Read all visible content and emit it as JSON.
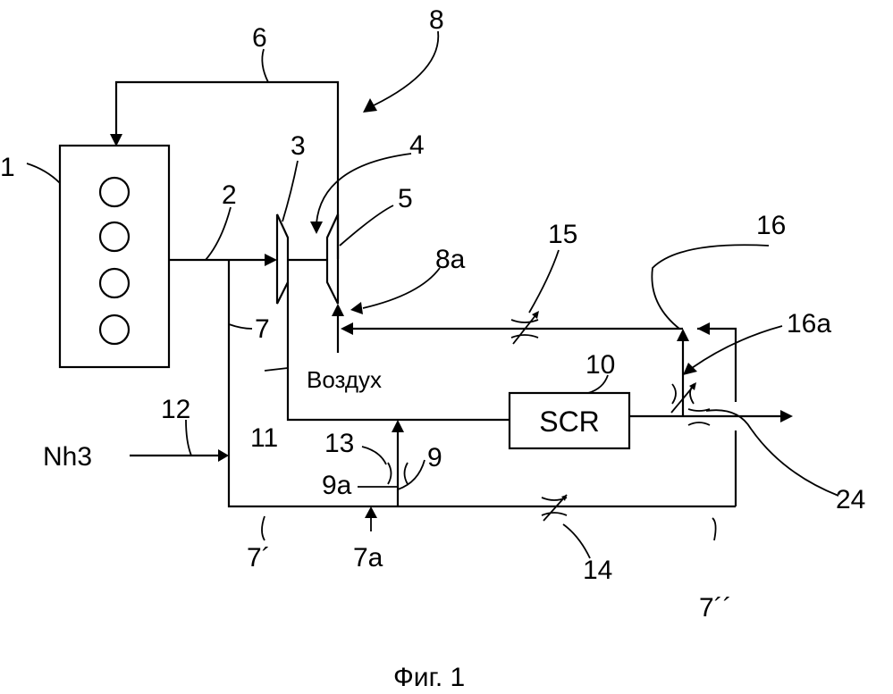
{
  "diagram": {
    "labels": {
      "engine": "1",
      "exhaust_line": "2",
      "turbine": "3",
      "turbo_shaft": "4",
      "compressor": "5",
      "egr_line": "6",
      "bypass_line": "7",
      "bypass_line_prime": "7´",
      "bypass_line_point_a": "7a",
      "bypass_line_double_prime": "7´´",
      "system": "8",
      "system_inlet": "8a",
      "connection": "9",
      "connection_point_a": "9a",
      "scr_unit": "10",
      "outlet_line": "11",
      "ammonia_line": "12",
      "valve_13": "13",
      "valve_14": "14",
      "valve_15": "15",
      "valve_16": "16",
      "valve_16a": "16a",
      "valve_24": "24"
    },
    "ammonia_text": "Nh3",
    "air_text": "Воздух",
    "scr_text": "SCR",
    "caption": "Фиг. 1"
  }
}
